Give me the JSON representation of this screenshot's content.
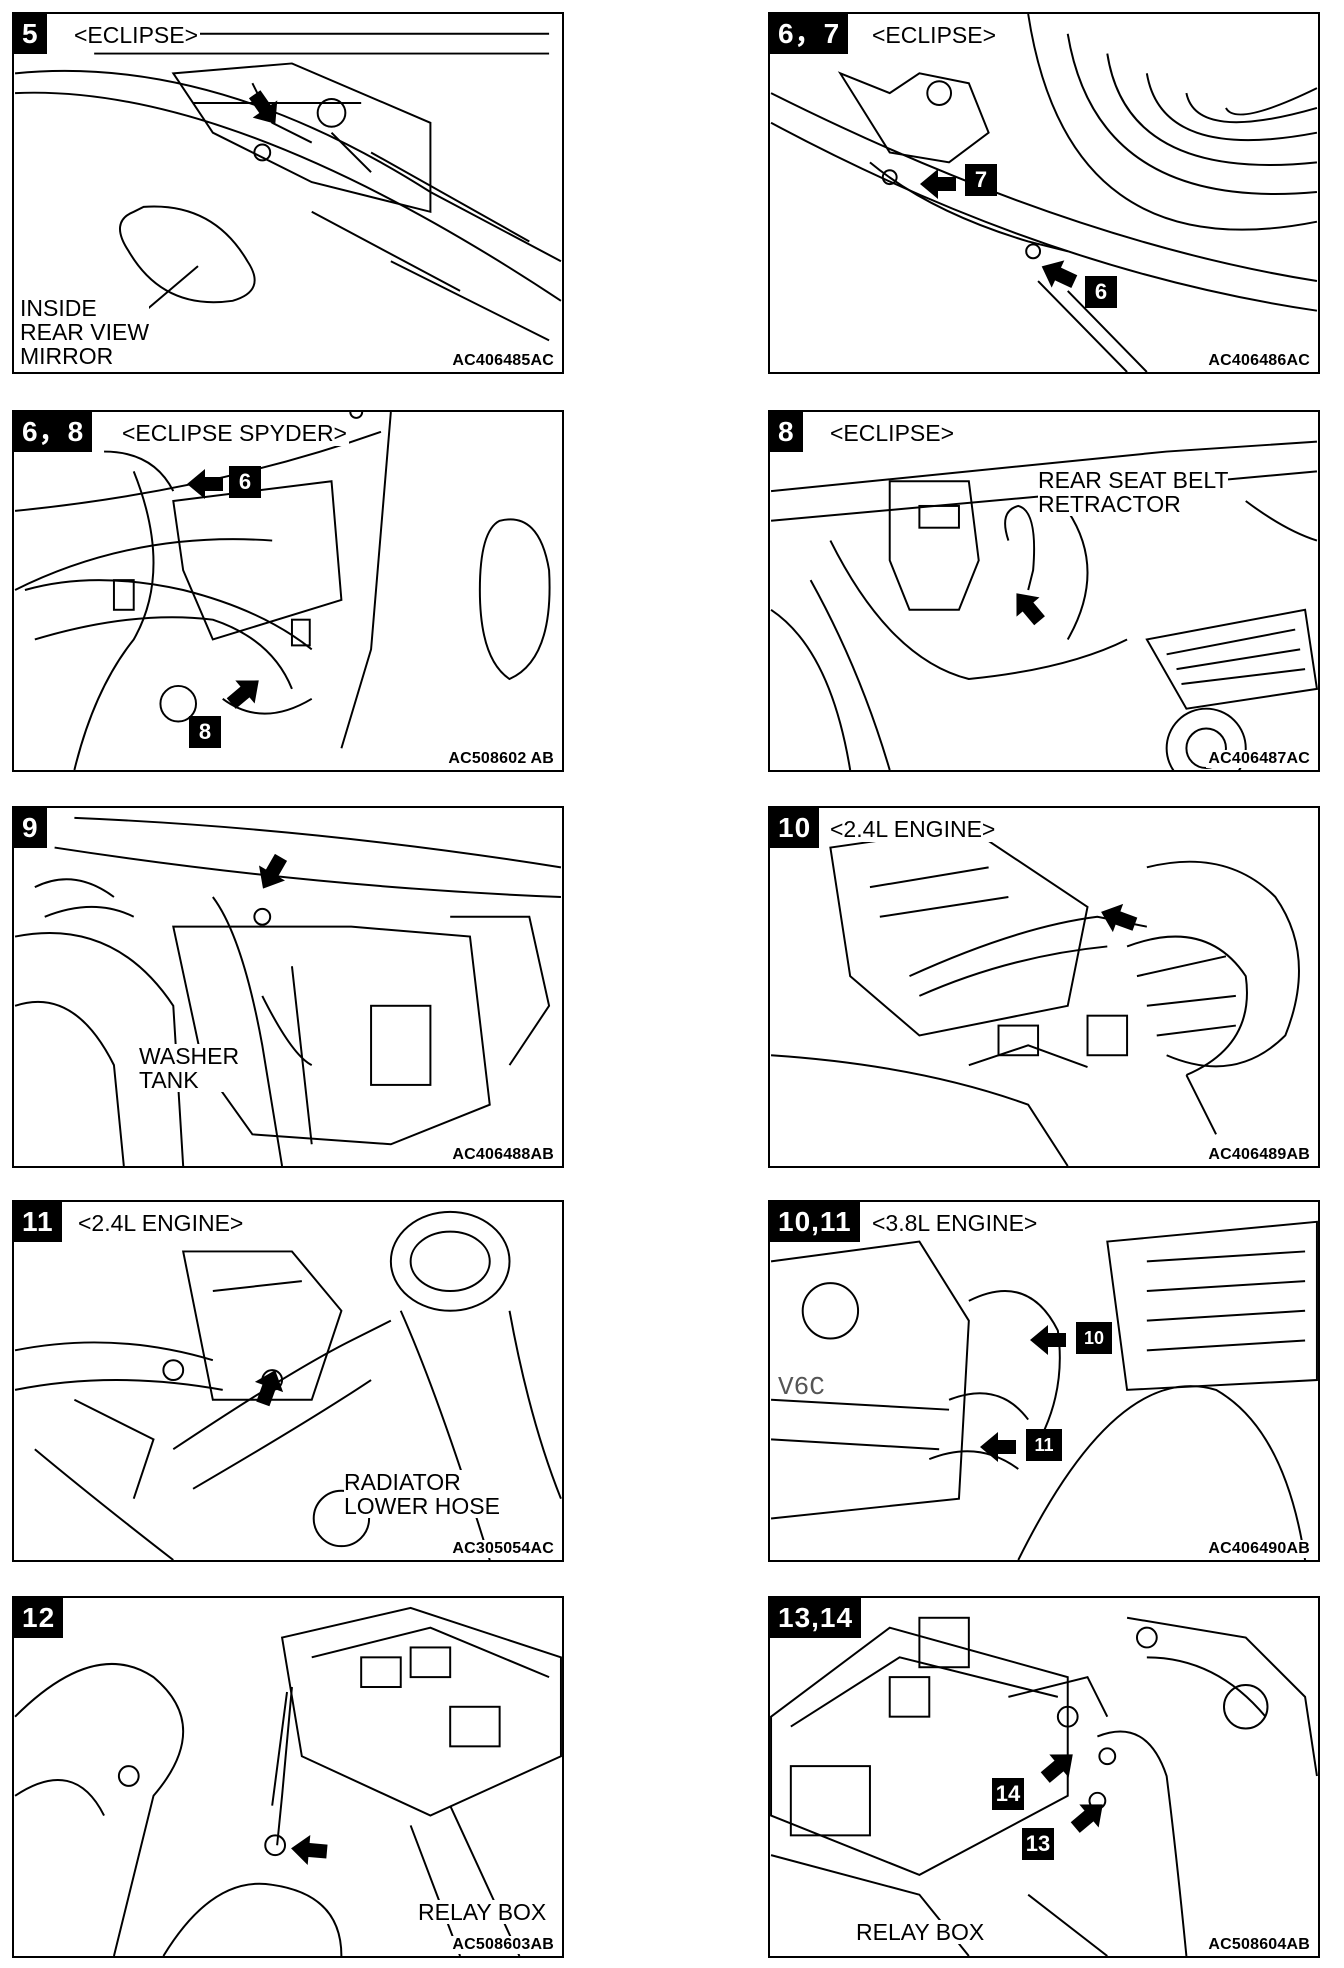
{
  "panels": [
    {
      "number": "5",
      "title": "<ECLIPSE>",
      "code": "AC406485AC",
      "label": "INSIDE\nREAR VIEW\nMIRROR"
    },
    {
      "number": "6，7",
      "title": "<ECLIPSE>",
      "code": "AC406486AC",
      "callouts": [
        "7",
        "6"
      ]
    },
    {
      "number": "6，8",
      "title": "<ECLIPSE SPYDER>",
      "code": "AC508602 AB",
      "callouts": [
        "6",
        "8"
      ]
    },
    {
      "number": "8",
      "title": "<ECLIPSE>",
      "code": "AC406487AC",
      "label": "REAR SEAT BELT\nRETRACTOR"
    },
    {
      "number": "9",
      "title": "",
      "code": "AC406488AB",
      "label": "WASHER\nTANK"
    },
    {
      "number": "10",
      "title": "<2.4L ENGINE>",
      "code": "AC406489AB"
    },
    {
      "number": "11",
      "title": "<2.4L ENGINE>",
      "code": "AC305054AC",
      "label": "RADIATOR\nLOWER HOSE"
    },
    {
      "number": "10,11",
      "title": "<3.8L ENGINE>",
      "code": "AC406490AB",
      "callouts": [
        "10",
        "11"
      ]
    },
    {
      "number": "12",
      "title": "",
      "code": "AC508603AB",
      "label": "RELAY BOX"
    },
    {
      "number": "13,14",
      "title": "",
      "code": "AC508604AB",
      "label": "RELAY BOX",
      "callouts": [
        "14",
        "13"
      ]
    }
  ]
}
